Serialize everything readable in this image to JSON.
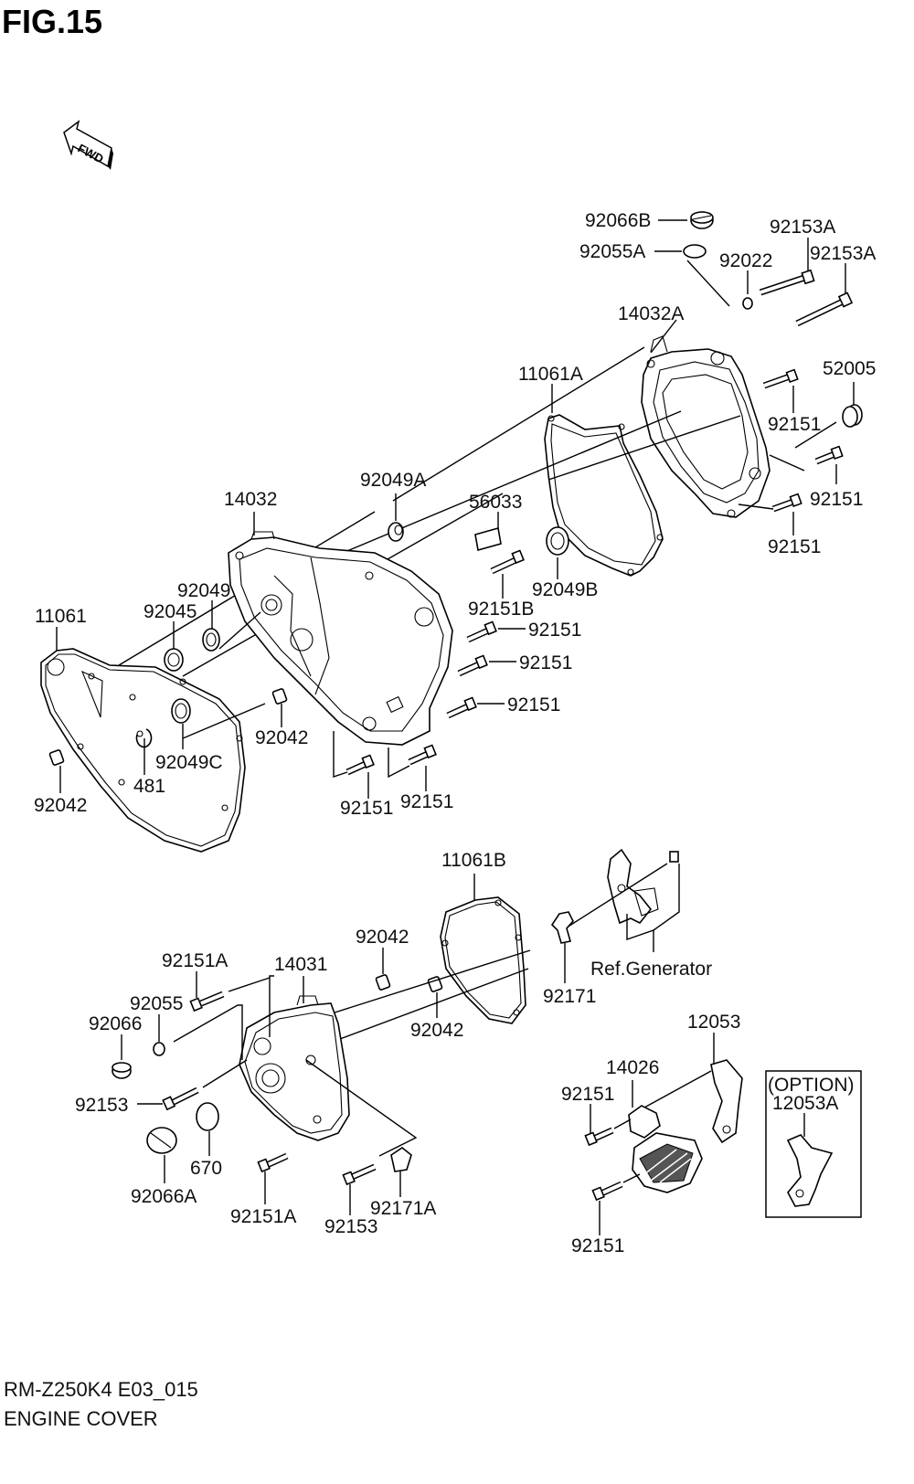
{
  "figure": {
    "title": "FIG.15",
    "fwd_label": "FWD",
    "footer_code": "RM-Z250K4 E03_015",
    "footer_name": "ENGINE COVER",
    "option_label": "(OPTION)"
  },
  "parts": {
    "p92066B": "92066B",
    "p92055A": "92055A",
    "p92022": "92022",
    "p92153A_1": "92153A",
    "p92153A_2": "92153A",
    "p14032A": "14032A",
    "p11061A": "11061A",
    "p52005": "52005",
    "p92151_r1": "92151",
    "p92151_r2": "92151",
    "p92151_r3": "92151",
    "p92049A": "92049A",
    "p14032": "14032",
    "p56033": "56033",
    "p92049": "92049",
    "p92045": "92045",
    "p11061": "11061",
    "p92049B": "92049B",
    "p92151B": "92151B",
    "p92151_m1": "92151",
    "p92151_m2": "92151",
    "p92151_m3": "92151",
    "p92042_a": "92042",
    "p92049C": "92049C",
    "p481": "481",
    "p92042_b": "92042",
    "p92151_b1": "92151",
    "p92151_b2": "92151",
    "p11061B": "11061B",
    "p92042_c": "92042",
    "p92151A_1": "92151A",
    "p14031": "14031",
    "p92055": "92055",
    "p92066": "92066",
    "p92042_d": "92042",
    "p92171": "92171",
    "ref_generator": "Ref.Generator",
    "p12053": "12053",
    "p14026": "14026",
    "p92151_c1": "92151",
    "p92153_1": "92153",
    "p670": "670",
    "p92066A": "92066A",
    "p92151A_2": "92151A",
    "p92153_2": "92153",
    "p92171A": "92171A",
    "p12053A": "12053A",
    "p92151_c2": "92151"
  }
}
